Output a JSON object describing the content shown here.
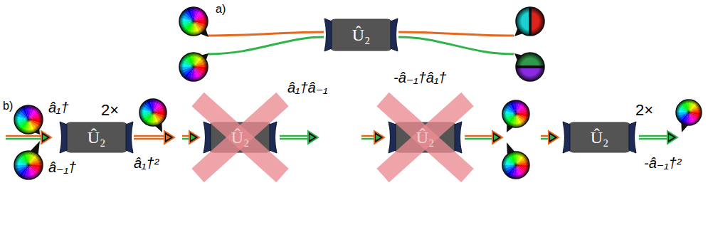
{
  "diagram": {
    "nodes": [
      {
        "text": [
          "Û₂"
        ]
      },
      {
        "text": [
          "Û₂"
        ]
      },
      {
        "text": [
          "Û₂"
        ]
      },
      {
        "text": [
          "Û₂"
        ]
      },
      {
        "text": [
          "Û₂"
        ]
      }
    ],
    "labels": [
      "a)",
      "b)",
      "â₁†",
      "â₋₁†",
      "2×",
      "â₁†²",
      "â₁†â₋₁",
      "-â₋₁†â₁†",
      "2×",
      "-â₋₁†²"
    ]
  }
}
